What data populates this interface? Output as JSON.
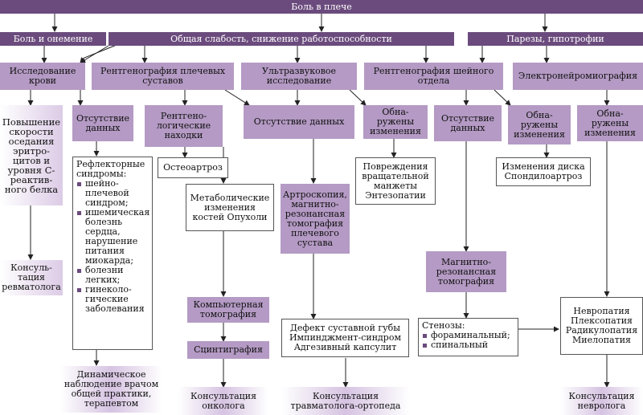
{
  "nodes": {
    "top": "Боль в плече",
    "pain_numbness": "Боль и онемение",
    "weakness": "Общая слабость, снижение работоспособности",
    "paresis": "Парезы, гипотрофии",
    "blood_test": "Исследование крови",
    "xray_shoulder": "Рентгенография плечевых суставов",
    "ultrasound": "Ультразвуковое исследование",
    "xray_neck": "Рентгенография шейного отдела",
    "emg": "Электронейромиография",
    "esr_increase": "Повышение скорости оседания эритро-цитов и уровня С-реактив-ного белка",
    "no_data_1": "Отсутствие данных",
    "xray_findings": "Рентгено-логические находки",
    "no_data_us": "Отсутствие данных",
    "changes_us": "Обна-ружены изменения",
    "no_data_neck": "Отсутствие данных",
    "changes_neck": "Обна-ружены изменения",
    "changes_emg": "Обна-ружены изменения",
    "reflex_title": "Рефлекторные синдромы:",
    "reflex_items": [
      "шейно-плечевой синдром;",
      "ишемическая болезнь сердца, нарушение питания миокарда;",
      "болезни легких;",
      "гинеколо-гические заболевания"
    ],
    "osteoarthrosis": "Остеоартроз",
    "metabolic": "Метаболические изменения костей Опухоли",
    "rotator": "Повреждения вращательной манжеты Энтезопатии",
    "disc_changes": "Изменения диска Спондилоартроз",
    "arthroscopy": "Артроскопия, магнитно-резонансная томография плечевого сустава",
    "mrt": "Магнитно-резонансная томография",
    "ct": "Компьютерная томография",
    "scintigraphy": "Сцинтиграфия",
    "labrum": "Дефект суставной губы Импинджмент-синдром Адгезивный капсулит",
    "stenosis_title": "Стенозы:",
    "stenosis_items": [
      "фораминальный;",
      "спинальный"
    ],
    "neuropathy": "Невропатия Плексопатия Радикулопатия Миелопатия",
    "rheumatologist": "Консуль-тация ревматолога",
    "gp_observation": "Динамическое наблюдение врачом общей практики, терапевтом",
    "oncologist": "Консультация онколога",
    "traumatologist": "Консультация травматолога-ортопеда",
    "neurologist": "Консультация невролога"
  },
  "colors": {
    "dark": "#6b4b7d",
    "mid": "#b49ac4",
    "pale": "#e9dff0",
    "line": "#222222"
  }
}
